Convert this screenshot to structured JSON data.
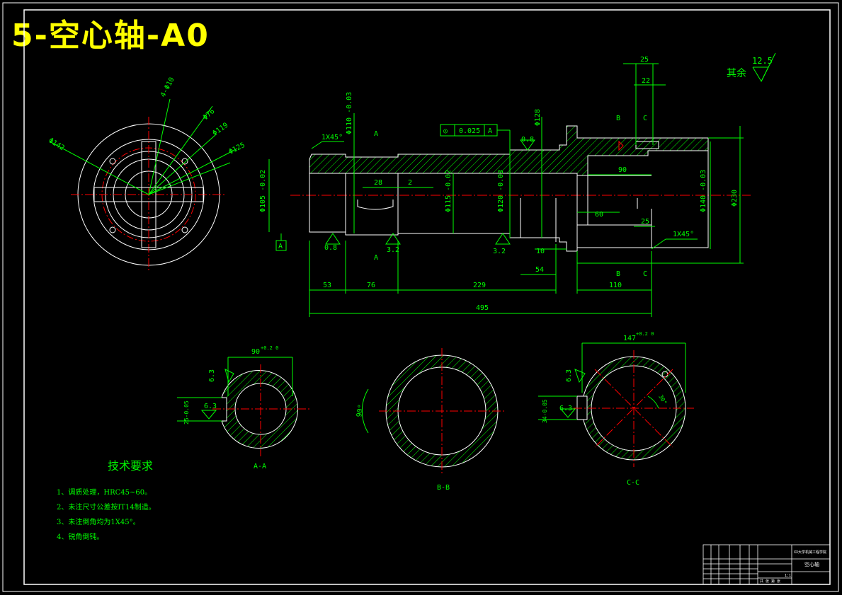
{
  "title": "5-空心轴-A0",
  "roughness_note": {
    "label": "其余",
    "value": "12.5"
  },
  "datum": "A",
  "tolerance_frame": {
    "symbol": "◎",
    "value": "0.025",
    "datum": "A"
  },
  "front_view_labels": {
    "holes": "4-Φ10",
    "d76": "Φ76",
    "d119": "Φ119",
    "d125": "Φ125",
    "d142": "Φ142"
  },
  "main_view": {
    "diameters": [
      "Φ110 -0.03",
      "Φ105 -0.02",
      "Φ115 -0.02",
      "Φ120 -0.03",
      "Φ128",
      "Φ140 -0.03",
      "Φ230"
    ],
    "lengths": [
      "53",
      "76",
      "229",
      "110",
      "495",
      "54",
      "10",
      "60",
      "90",
      "25",
      "25",
      "22",
      "28",
      "2"
    ],
    "chamfers": [
      "1X45°",
      "1X45°"
    ],
    "roughness": [
      "0.8",
      "3.2",
      "3.2",
      "0.8"
    ],
    "section_marks": [
      "A",
      "A",
      "B",
      "B",
      "C",
      "C"
    ]
  },
  "sections": [
    {
      "name": "A-A",
      "width": "90",
      "tol": "+0.2 0",
      "rough1": "6.3",
      "rough2": "6.3",
      "dim": "25-0.05"
    },
    {
      "name": "B-B",
      "angle": "90°"
    },
    {
      "name": "C-C",
      "width": "147",
      "tol": "+0.2 0",
      "rough1": "6.3",
      "rough2": "6.3",
      "dim": "34-0.05",
      "angle": "30°"
    }
  ],
  "tech_requirements": {
    "heading": "技术要求",
    "items": [
      "1、调质处理，HRC45~60。",
      "2、未注尺寸公差按IT14制造。",
      "3、未注倒角均为1X45°。",
      "4、锐角倒钝。"
    ]
  },
  "title_block": {
    "school": "XX大学机械工程学院",
    "part_name": "空心轴",
    "scale": "1:1",
    "sheet": "共 张 第 张"
  },
  "colors": {
    "frame": "#ffffff",
    "line": "#00ff00",
    "center": "#ff0000",
    "title": "#ffff00"
  }
}
